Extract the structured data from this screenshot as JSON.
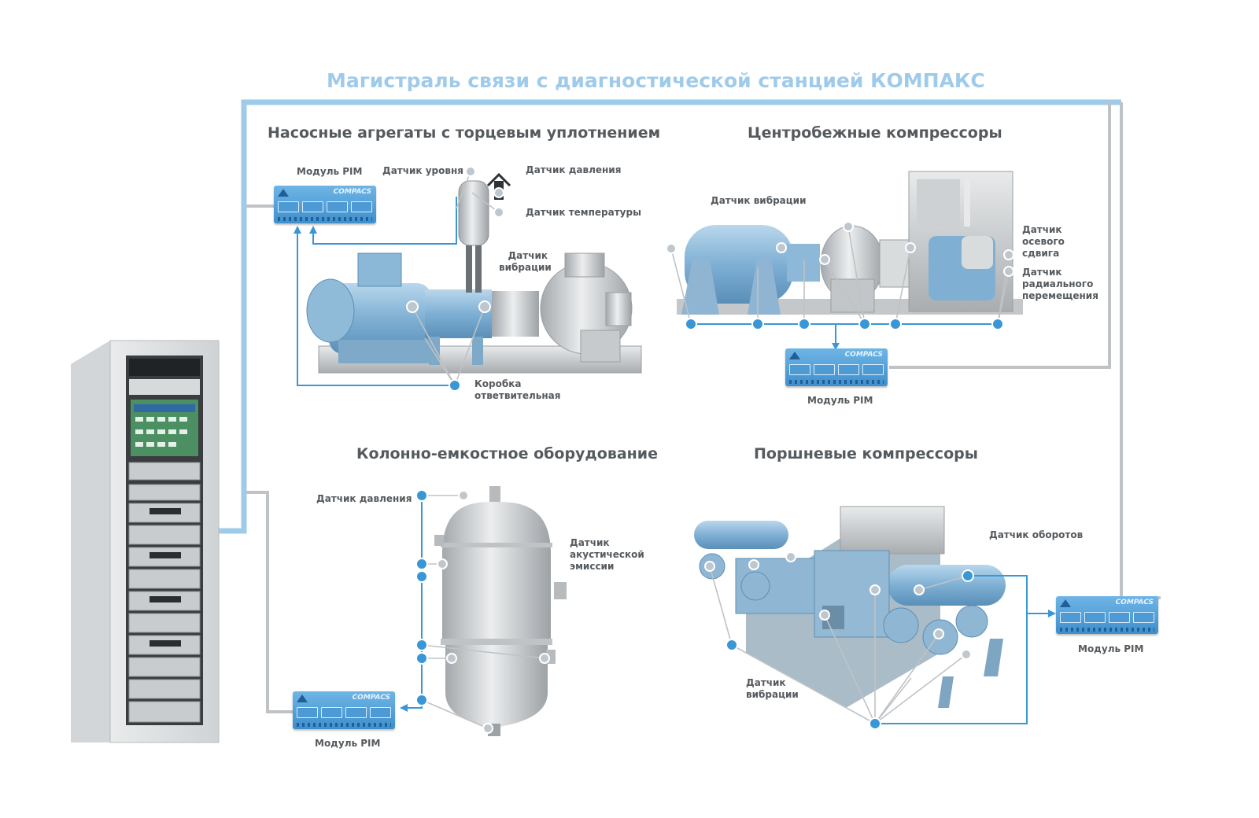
{
  "title": "Магистраль связи с диагностической станцией КОМПАКС",
  "sections": {
    "pumps": "Насосные агрегаты с торцевым уплотнением",
    "centrifugal": "Центробежные компрессоры",
    "columns": "Колонно-емкостное оборудование",
    "piston": "Поршневые компрессоры"
  },
  "labels": {
    "pim_pumps": "Модуль PIM",
    "level_sensor": "Датчик уровня",
    "pressure_sensor_pumps": "Датчик давления",
    "temperature_sensor": "Датчик температуры",
    "vibration_sensor_pumps": "Датчик\nвибрации",
    "junction_box": "Коробка\nответвительная",
    "vibration_sensor_centrifugal": "Датчик вибрации",
    "axial_shift_sensor": "Датчик\nосевого\nсдвига",
    "radial_displacement_sensor": "Датчик\nрадиального\nперемещения",
    "pim_centrifugal": "Модуль PIM",
    "pressure_sensor_columns": "Датчик давления",
    "acoustic_emission_sensor": "Датчик\nакустической\nэмиссии",
    "pim_columns": "Модуль PIM",
    "speed_sensor": "Датчик оборотов",
    "vibration_sensor_piston": "Датчик\nвибрации",
    "pim_piston": "Модуль PIM"
  },
  "pim_brand": "COMPACS",
  "colors": {
    "bus_line": "#9fcbea",
    "connector": "#bfc3c6",
    "sensor_dot": "#3a97d6",
    "equipment_blue": "#8ab6d6",
    "equipment_grey": "#c9ccce",
    "text": "#555a5e"
  }
}
